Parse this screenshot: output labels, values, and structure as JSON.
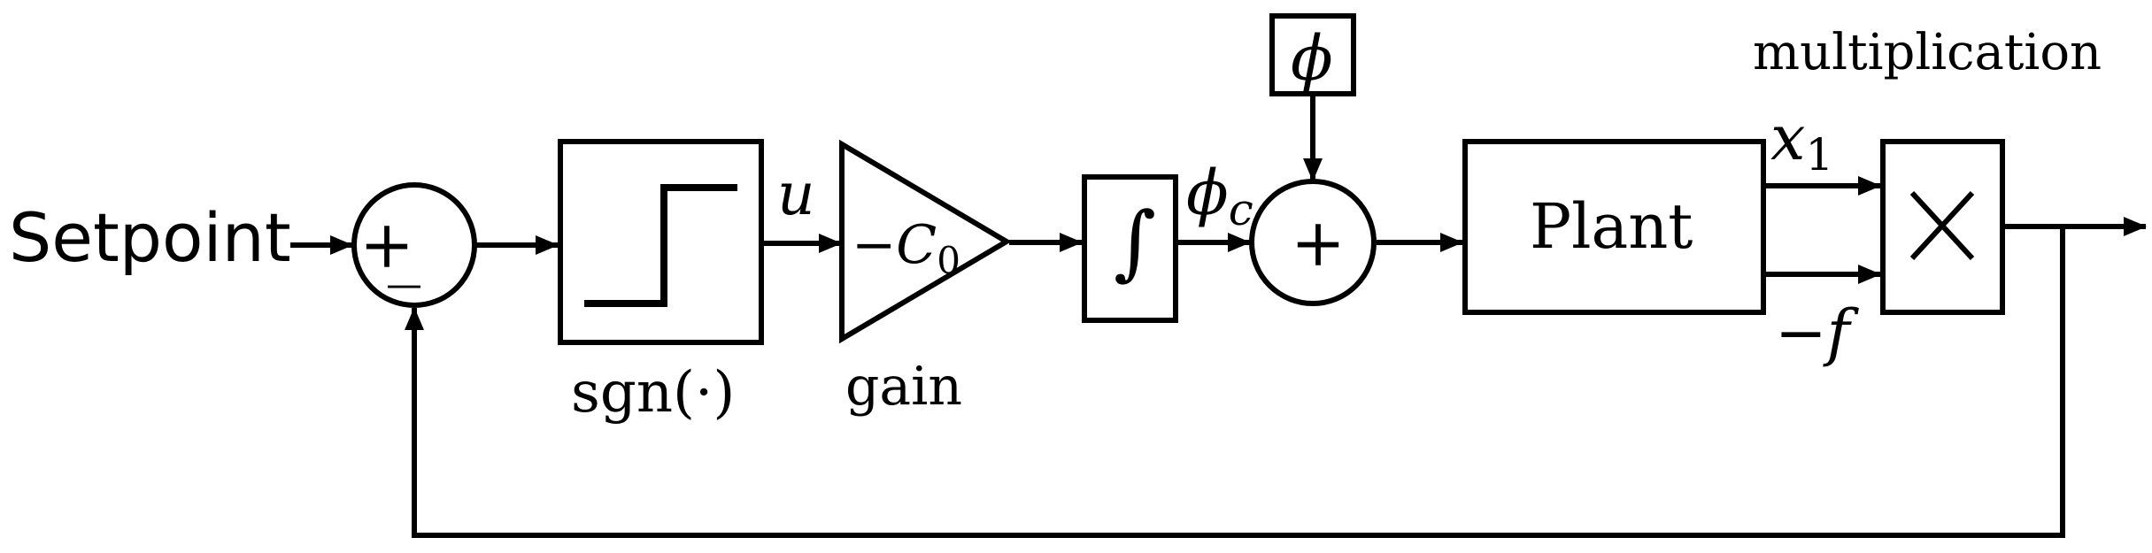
{
  "labels": {
    "setpoint": "Setpoint",
    "sum1_plus": "+",
    "sum1_minus": "_",
    "sgn": "sgn(·)",
    "u": "u",
    "gain_symbol": "−C",
    "gain_sub": "0",
    "gain": "gain",
    "integral": "∫",
    "phi_c": "ϕ",
    "phi_c_sub": "c",
    "phi": "ϕ",
    "sum2_plus": "+",
    "plant": "Plant",
    "x1": "x",
    "x1_sub": "1",
    "minus_f": "−f",
    "multiplication": "multiplication",
    "times": "×"
  }
}
